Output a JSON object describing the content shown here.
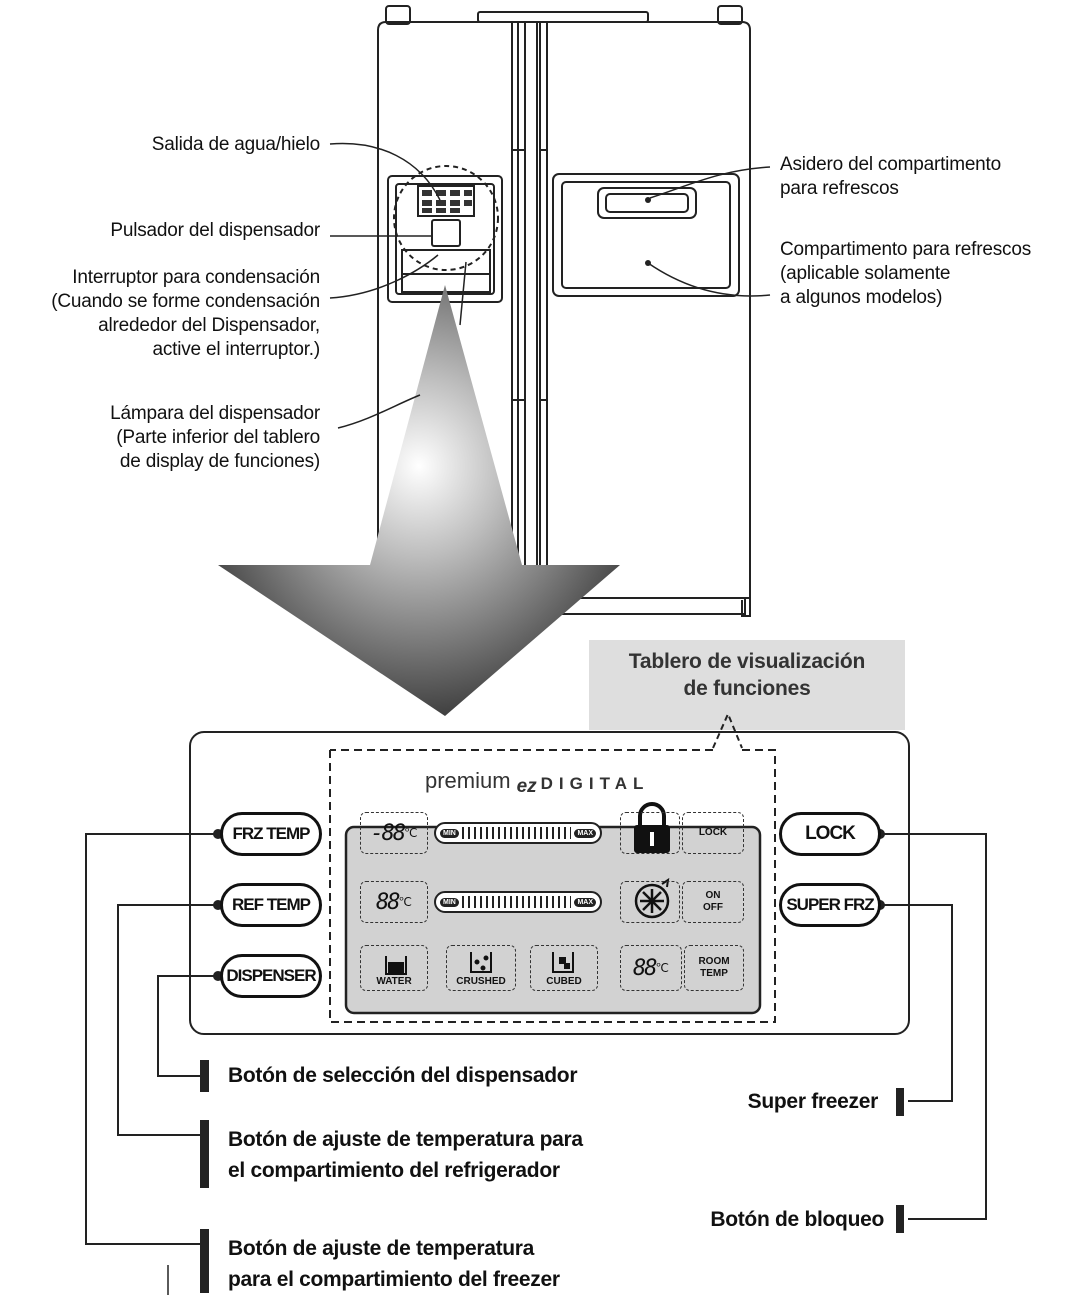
{
  "labels": {
    "water_ice_outlet": "Salida de agua/hielo",
    "dispenser_pad": "Pulsador del dispensador",
    "condensation_switch": "Interruptor para condensación\n(Cuando se forme condensación\nalrededor del Dispensador,\nactive el interruptor.)",
    "dispenser_lamp": "Lámpara del dispensador\n(Parte inferior del tablero\nde display de funciones)",
    "refresh_handle": "Asidero del compartimento\npara refrescos",
    "refresh_compartment": "Compartimento para refrescos\n(aplicable solamente\na algunos modelos)",
    "display_board_title": "Tablero de visualización\nde funciones"
  },
  "panel": {
    "brand_prefix": "premium",
    "brand_ez": "ez",
    "brand_suffix": "DIGITAL",
    "buttons": {
      "frz_temp": "FRZ TEMP",
      "ref_temp": "REF TEMP",
      "dispenser": "DISPENSER",
      "lock": "LOCK",
      "super_frz": "SUPER FRZ"
    },
    "display": {
      "frz_digits": "-88",
      "ref_digits": "88",
      "room_digits": "88",
      "unit": "℃",
      "min": "MIN",
      "max": "MAX",
      "lock": "LOCK",
      "on": "ON",
      "off": "OFF",
      "room": "ROOM",
      "temp": "TEMP",
      "water": "WATER",
      "crushed": "CRUSHED",
      "cubed": "CUBED"
    }
  },
  "callouts": {
    "dispenser_select": "Botón de selección del dispensador",
    "super_freezer": "Super freezer",
    "ref_temp_adjust": "Botón de ajuste de temperatura para\nel compartimiento del refrigerador",
    "lock_button": "Botón de bloqueo",
    "frz_temp_adjust": "Botón de ajuste de temperatura\npara el compartimiento del freezer"
  }
}
